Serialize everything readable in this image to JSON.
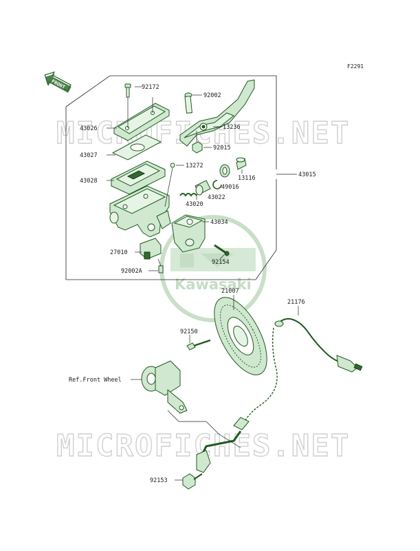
{
  "figure_code": "F2291",
  "front_badge": "FRONT",
  "watermark": {
    "site": "MICROFICHES.NET",
    "brand": "Kawasaki"
  },
  "labels": {
    "p92172": "92172",
    "p92002": "92002",
    "p43026": "43026",
    "p13236": "13236",
    "p92015": "92015",
    "p43027": "43027",
    "p13272": "13272",
    "p43015": "43015",
    "p13116": "13116",
    "p43028": "43028",
    "p49016": "49016",
    "p43022": "43022",
    "p43020": "43020",
    "p43034": "43034",
    "p27010": "27010",
    "p92002A": "92002A",
    "p92154": "92154",
    "p21007": "21007",
    "p21176": "21176",
    "p92150": "92150",
    "ref_front_wheel": "Ref.Front Wheel",
    "p92153": "92153"
  },
  "colors": {
    "part_fill": "#cfe8cf",
    "part_stroke": "#1f5a1f",
    "watermark": "#d0d0d0"
  }
}
